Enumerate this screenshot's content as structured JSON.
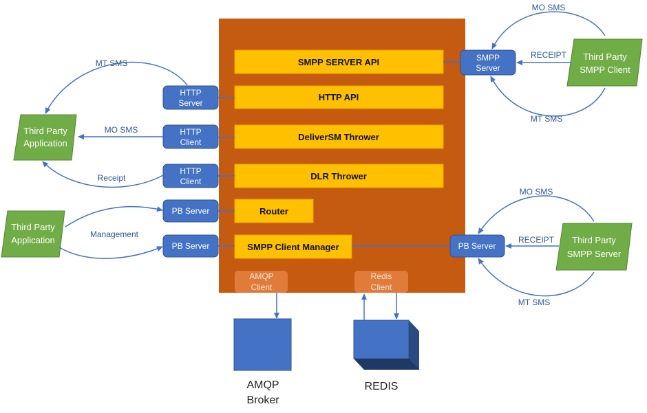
{
  "colors": {
    "core_bg": "#c55a11",
    "module": "#ffc000",
    "connector": "#4472c4",
    "external": "#70ad47",
    "client_box": "#e07b39",
    "arrow": "#4472c4",
    "edge_label": "#2e5597"
  },
  "core_modules": {
    "smpp_server_api": "SMPP SERVER API",
    "http_api": "HTTP API",
    "deliversm_thrower": "DeliverSM Thrower",
    "dlr_thrower": "DLR Thrower",
    "router": "Router",
    "smpp_client_manager": "SMPP Client Manager"
  },
  "core_clients": {
    "amqp_client": [
      "AMQP",
      "Client"
    ],
    "redis_client": [
      "Redis",
      "Client"
    ]
  },
  "connectors": {
    "http_server": [
      "HTTP",
      "Server"
    ],
    "http_client_mo": [
      "HTTP",
      "Client"
    ],
    "http_client_dlr": [
      "HTTP",
      "Client"
    ],
    "pb_server_router": "PB Server",
    "pb_server_manager": "PB Server",
    "smpp_server": [
      "SMPP",
      "Server"
    ],
    "pb_server_right": "PB Server"
  },
  "externals": {
    "third_party_app_top": [
      "Third Party",
      "Application"
    ],
    "third_party_app_bottom": [
      "Third Party",
      "Application"
    ],
    "third_party_smpp_client": [
      "Third Party",
      "SMPP Client"
    ],
    "third_party_smpp_server": [
      "Third Party",
      "SMPP Server"
    ]
  },
  "storage": {
    "amqp_broker": [
      "AMQP",
      "Broker"
    ],
    "redis": "REDIS"
  },
  "edge_labels": {
    "mt_sms_left": "MT SMS",
    "mo_sms_left": "MO SMS",
    "receipt_left": "Receipt",
    "management": "Management",
    "mo_sms_top_right": "MO SMS",
    "receipt_top_right": "RECEIPT",
    "mt_sms_top_right": "MT SMS",
    "mo_sms_bottom_right": "MO SMS",
    "receipt_bottom_right": "RECEIPT",
    "mt_sms_bottom_right": "MT SMS"
  }
}
